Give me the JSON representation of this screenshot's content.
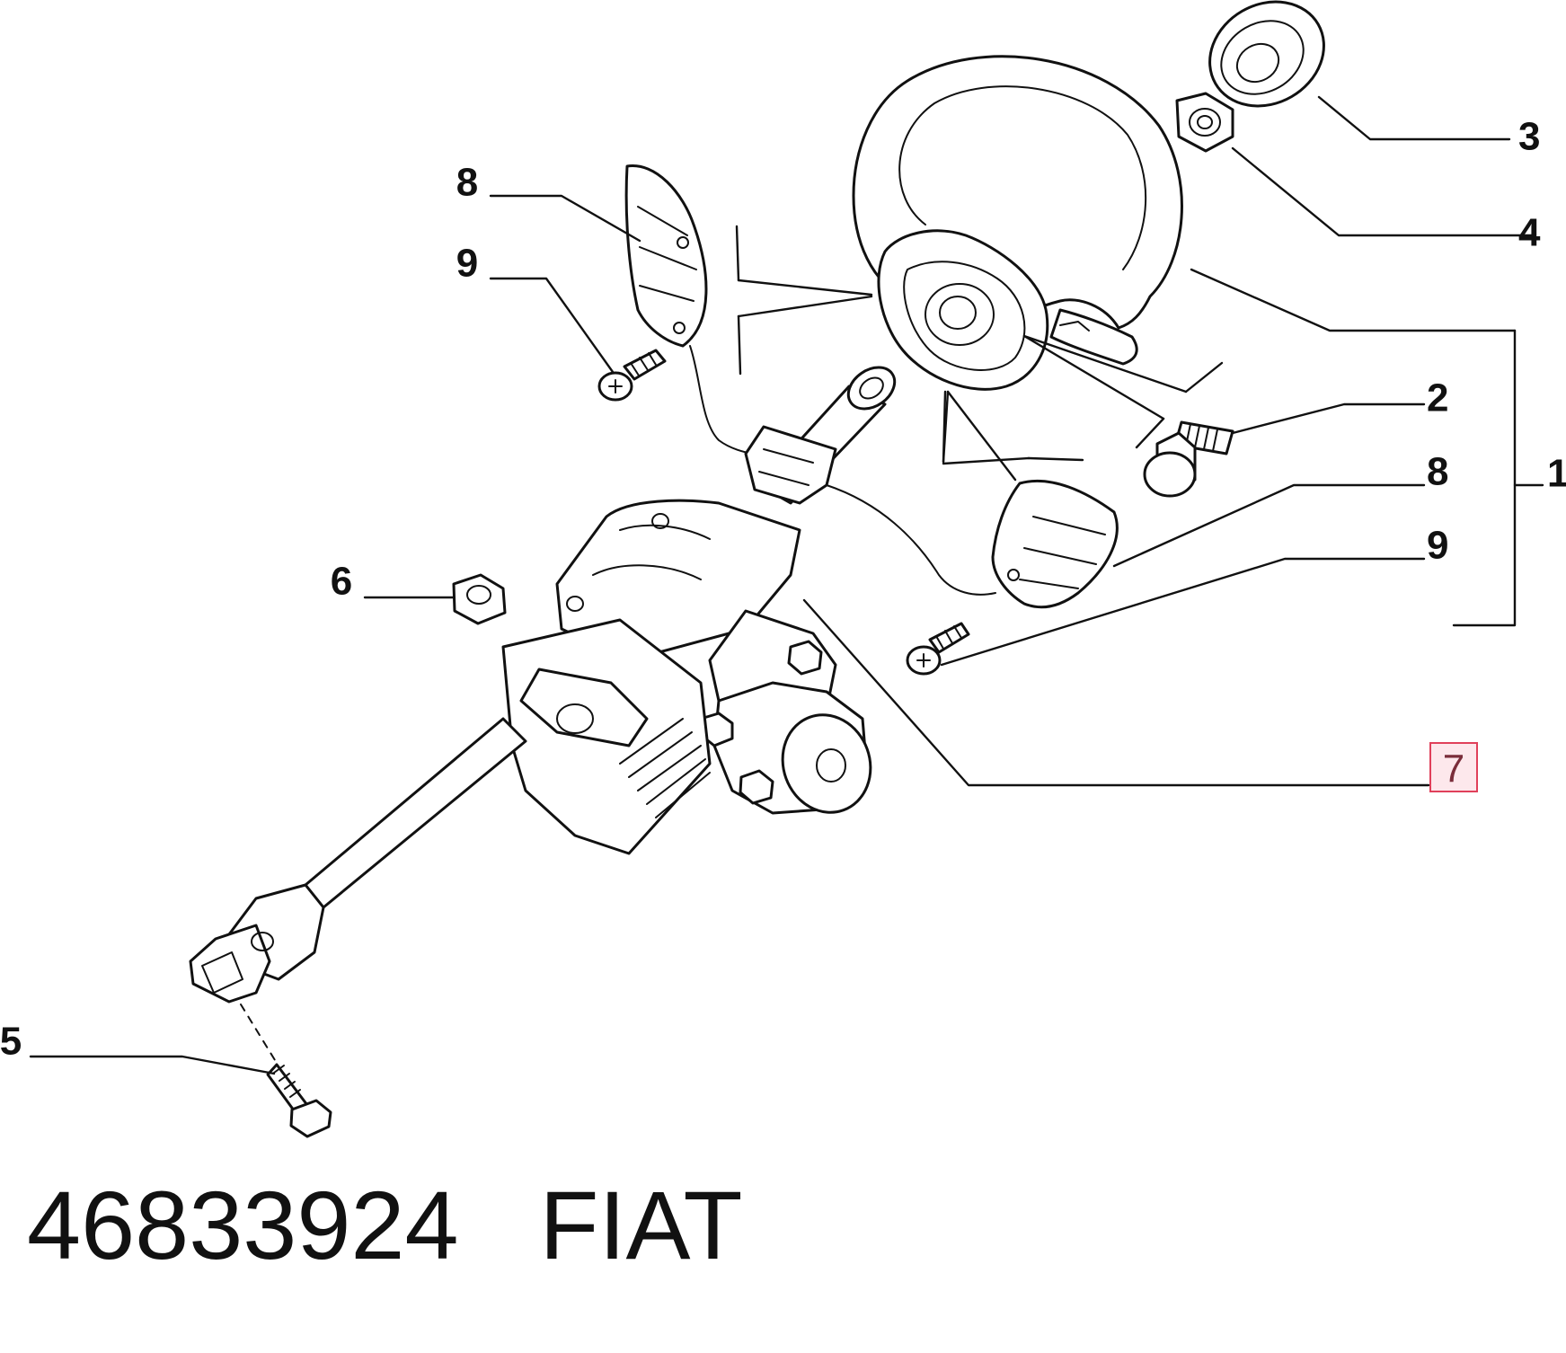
{
  "callouts": {
    "c1": "1",
    "c2": "2",
    "c3": "3",
    "c4": "4",
    "c5": "5",
    "c6": "6",
    "c7": "7",
    "c8a": "8",
    "c8b": "8",
    "c9a": "9",
    "c9b": "9"
  },
  "highlighted_callout": "7",
  "colors": {
    "line": "#111111",
    "highlight_fill": "#fde8ec",
    "highlight_border": "#e0405a"
  },
  "footer": {
    "part_number": "46833924",
    "brand": "FIAT"
  }
}
